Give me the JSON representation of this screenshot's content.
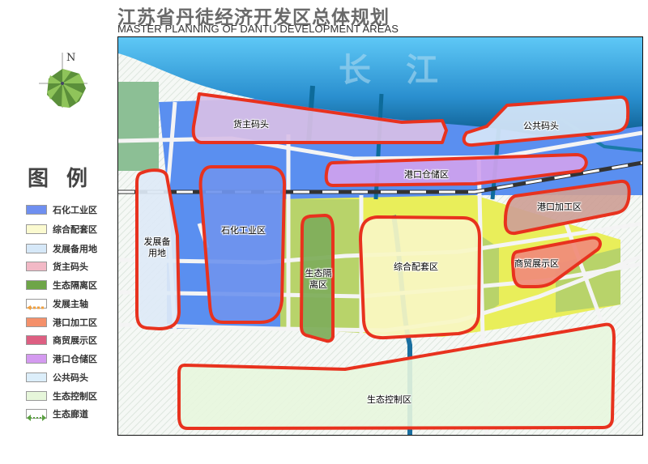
{
  "header": {
    "title_cn": "江苏省丹徒经济开发区总体规划",
    "title_en": "MASTER PLANNING OF DANTU DEVELOPMENT AREAS"
  },
  "compass": {
    "label": "N",
    "icon": "north-arrow-compass-icon"
  },
  "legend": {
    "title": "图例",
    "items": [
      {
        "label": "石化工业区",
        "color": "#6f8ff0"
      },
      {
        "label": "综合配套区",
        "color": "#fbfad0"
      },
      {
        "label": "发展备用地",
        "color": "#d6e8f8"
      },
      {
        "label": "货主码头",
        "color": "#f2b9c6"
      },
      {
        "label": "生态隔离区",
        "color": "#6ea548"
      },
      {
        "label": "发展主轴",
        "color": "#f0a040"
      },
      {
        "label": "港口加工区",
        "color": "#f4906a"
      },
      {
        "label": "商贸展示区",
        "color": "#dd5f82"
      },
      {
        "label": "港口仓储区",
        "color": "#d49af0"
      },
      {
        "label": "公共码头",
        "color": "#dceefa"
      },
      {
        "label": "生态控制区",
        "color": "#e6f6da"
      },
      {
        "label": "生态廊道",
        "color": "#5aa040"
      }
    ]
  },
  "map": {
    "river_label": [
      "长",
      "江"
    ],
    "outline_color": "#e8321e",
    "zones": [
      {
        "name": "货主码头",
        "fill": "#d8bfe6"
      },
      {
        "name": "公共码头",
        "fill": "#d6e6f8"
      },
      {
        "name": "港口仓储区",
        "fill": "#cfa2ee"
      },
      {
        "name": "港口加工区",
        "fill": "#cda096"
      },
      {
        "name": "发展备用地",
        "lines": [
          "发展备",
          "用地"
        ],
        "fill": "#dde9f6"
      },
      {
        "name": "石化工业区",
        "fill": "#6f94ee"
      },
      {
        "name": "生态隔离区",
        "lines": [
          "生态隔",
          "离区"
        ],
        "fill": "#7fae5c"
      },
      {
        "name": "综合配套区",
        "fill": "#f8f6c4"
      },
      {
        "name": "商贸展示区",
        "fill": "#f08c7a"
      },
      {
        "name": "生态控制区",
        "fill": "#e8f6de"
      }
    ]
  }
}
